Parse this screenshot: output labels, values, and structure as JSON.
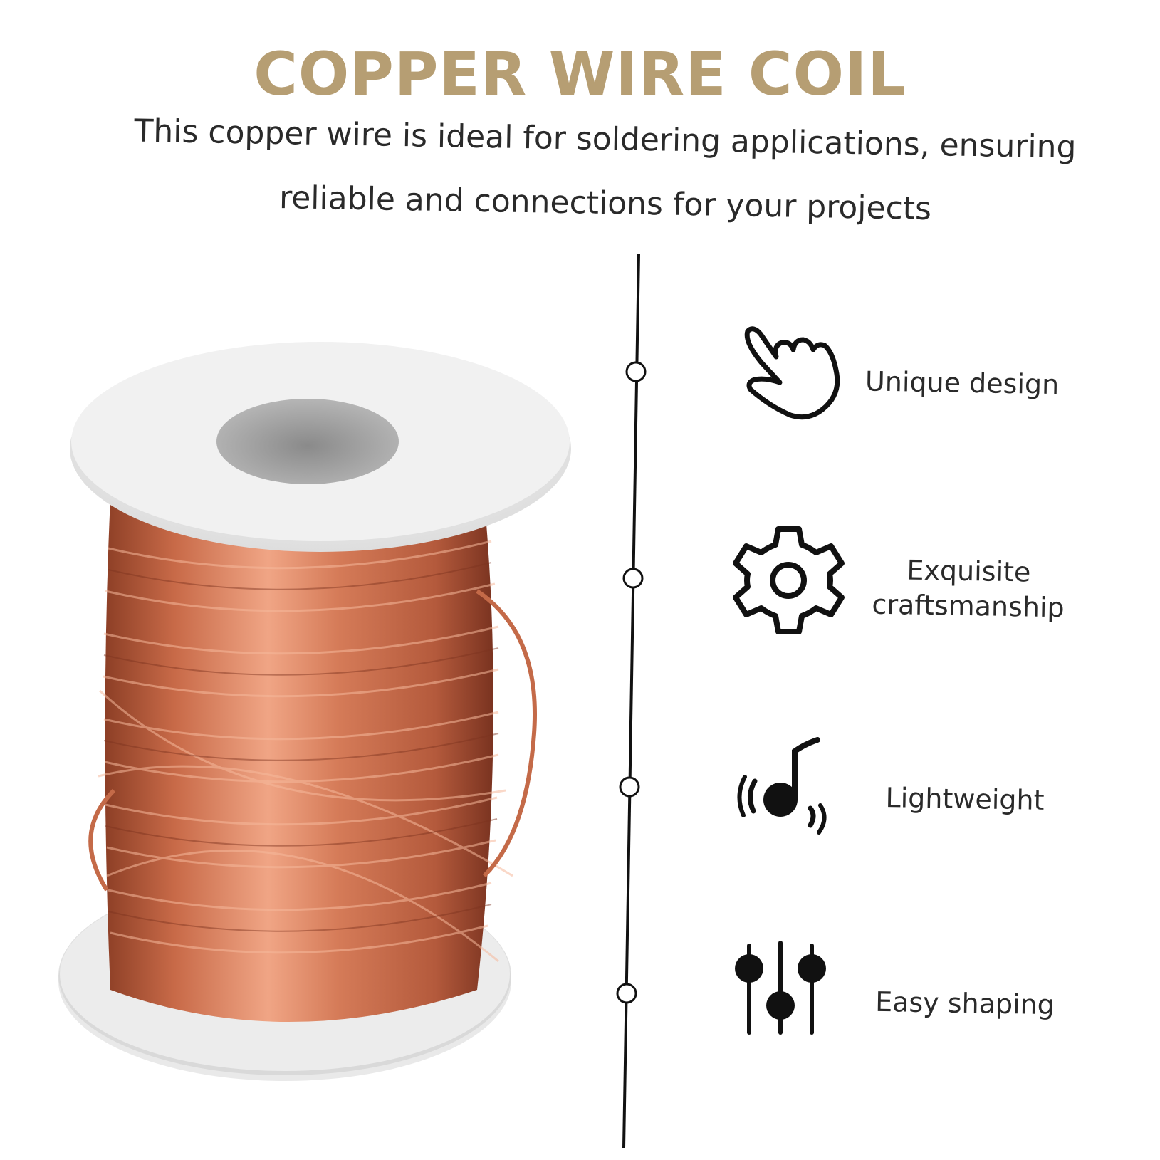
{
  "header": {
    "title": "COPPER WIRE COIL",
    "subtitle_line1": "This copper wire is ideal for soldering applications, ensuring",
    "subtitle_line2": "reliable and  connections for your projects"
  },
  "features": [
    {
      "icon": "hand-pointer-icon",
      "label": "Unique design"
    },
    {
      "icon": "gear-icon",
      "label_line1": "Exquisite",
      "label_line2": "craftsmanship"
    },
    {
      "icon": "music-note-icon",
      "label": "Lightweight"
    },
    {
      "icon": "sliders-icon",
      "label": "Easy shaping"
    }
  ],
  "colors": {
    "title": "#b69e73",
    "text": "#2a2a2a",
    "copper": "#c8704f",
    "spool": "#e9e9e9"
  }
}
